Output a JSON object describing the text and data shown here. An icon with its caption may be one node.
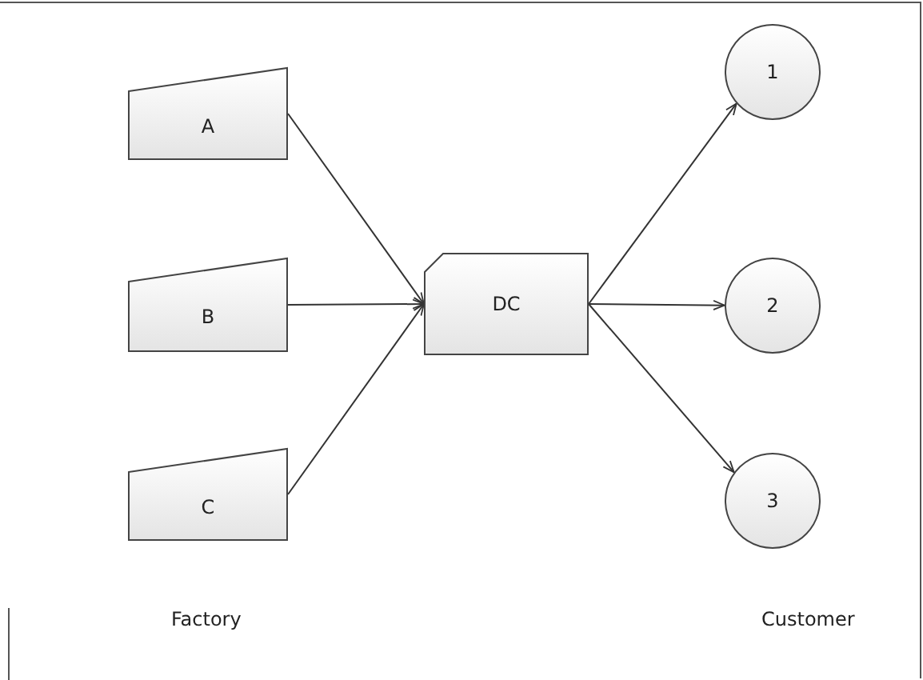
{
  "diagram": {
    "nodes": [
      {
        "text": [
          "A"
        ]
      },
      {
        "text": [
          "B"
        ]
      },
      {
        "text": [
          "C"
        ]
      },
      {
        "text": [
          "DC"
        ]
      },
      {
        "text": [
          "1"
        ]
      },
      {
        "text": [
          "2"
        ]
      },
      {
        "text": [
          "3"
        ]
      }
    ],
    "edges": [
      {
        "from": 0,
        "to": 3,
        "arrow": "to"
      },
      {
        "from": 1,
        "to": 3,
        "arrow": "to"
      },
      {
        "from": 2,
        "to": 3,
        "arrow": "to"
      },
      {
        "from": 3,
        "to": 4,
        "arrow": "to"
      },
      {
        "from": 3,
        "to": 5,
        "arrow": "to"
      },
      {
        "from": 3,
        "to": 6,
        "arrow": "to"
      }
    ],
    "labels": [
      "Factory",
      "Customer"
    ]
  }
}
